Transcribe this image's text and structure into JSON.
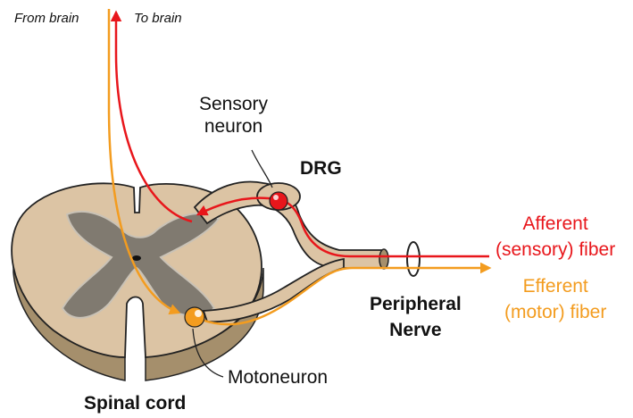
{
  "labels": {
    "from_brain": "From brain",
    "to_brain": "To brain",
    "sensory_neuron": "Sensory\nneuron",
    "drg": "DRG",
    "afferent": "Afferent\n(sensory) fiber",
    "efferent": "Efferent\n(motor) fiber",
    "peripheral_nerve": "Peripheral\nNerve",
    "motoneuron": "Motoneuron",
    "spinal_cord": "Spinal cord"
  },
  "colors": {
    "afferent_red": "#e8161b",
    "efferent_orange": "#f39c1f",
    "white_matter": "#dcc4a4",
    "grey_matter": "#807a70",
    "cord_shadow": "#a58f6c",
    "outline": "#222222"
  }
}
